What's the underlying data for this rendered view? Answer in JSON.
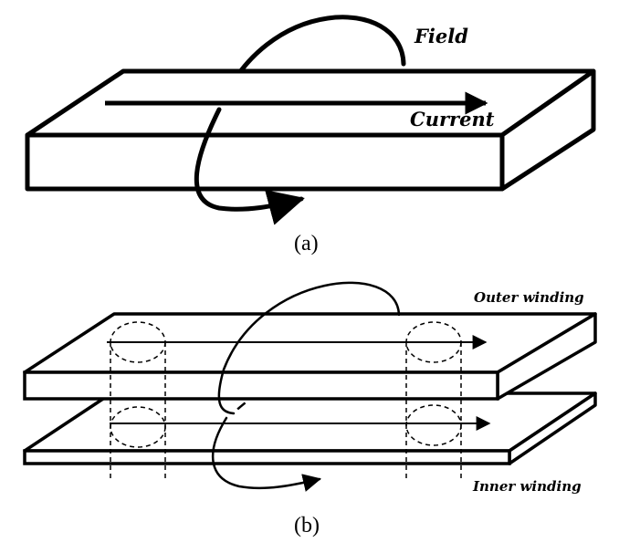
{
  "panel_a": {
    "field_label": "Field",
    "current_label": "Current",
    "caption": "(a)"
  },
  "panel_b": {
    "outer_label": "Outer winding",
    "inner_label": "Inner winding",
    "caption": "(b)"
  },
  "colors": {
    "stroke": "#000000",
    "background": "#ffffff"
  }
}
